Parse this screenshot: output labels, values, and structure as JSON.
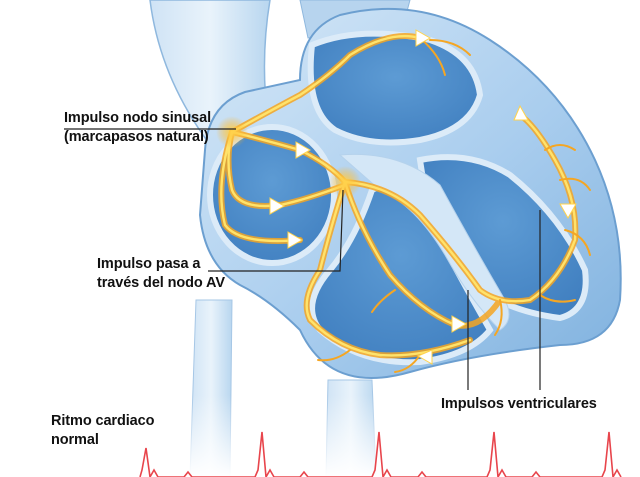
{
  "labels": {
    "sa_node": {
      "line1": "Impulso nodo sinusal",
      "line2": "(marcapasos natural)"
    },
    "av_node": {
      "line1": "Impulso pasa a",
      "line2": "través del nodo AV"
    },
    "ventricular": "Impulsos ventriculares",
    "rhythm": {
      "line1": "Ritmo cardiaco",
      "line2": "normal"
    }
  },
  "colors": {
    "heart_light": "#c4ddf2",
    "heart_mid": "#8fbde3",
    "heart_dark": "#4d8cc8",
    "impulse_orange": "#f5a623",
    "impulse_yellow": "#ffe36b",
    "ecg_red": "#e8454c"
  },
  "icons": [
    "arrow-icon"
  ]
}
